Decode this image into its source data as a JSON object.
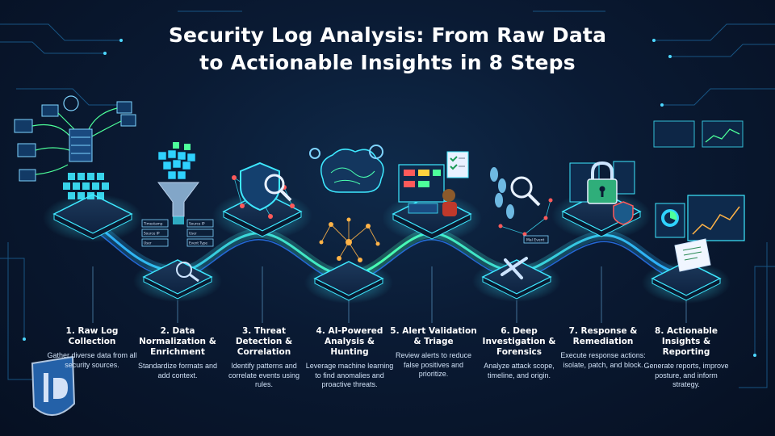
{
  "title": {
    "line1": "Security Log Analysis: From Raw Data",
    "line2": "to Actionable Insights in 8 Steps"
  },
  "colors": {
    "accent_cyan": "#37e6ff",
    "accent_green": "#4dff9a",
    "accent_blue": "#2f7bff",
    "background": "#0a1a33"
  },
  "steps": [
    {
      "title": "1. Raw Log Collection",
      "desc": "Gather diverse data from all security sources.",
      "icon": "server-rack-icon"
    },
    {
      "title": "2. Data Normalization & Enrichment",
      "desc": "Standardize formats and add context.",
      "icon": "funnel-icon"
    },
    {
      "title": "3. Threat Detection & Correlation",
      "desc": "Identify patterns and correlate events using rules.",
      "icon": "shield-magnifier-icon"
    },
    {
      "title": "4. AI-Powered Analysis & Hunting",
      "desc": "Leverage machine learning to find anomalies and proactive threats.",
      "icon": "brain-icon"
    },
    {
      "title": "5. Alert Validation & Triage",
      "desc": "Review alerts to reduce false positives and prioritize.",
      "icon": "analyst-dashboard-icon"
    },
    {
      "title": "6. Deep Investigation & Forensics",
      "desc": "Analyze attack scope, timeline, and origin.",
      "icon": "footprints-magnifier-icon"
    },
    {
      "title": "7. Response & Remediation",
      "desc": "Execute response actions: isolate, patch, and block.",
      "icon": "padlock-icon"
    },
    {
      "title": "8. Actionable Insights & Reporting",
      "desc": "Generate reports, improve posture, and inform strategy.",
      "icon": "report-dashboard-icon"
    }
  ],
  "diagram_labels": {
    "norm_tags_left": [
      "Timestamp",
      "Source IP",
      "User"
    ],
    "norm_tags_right": [
      "Source IP",
      "User",
      "Event Type"
    ],
    "forensic_tag": "Mal Event"
  }
}
